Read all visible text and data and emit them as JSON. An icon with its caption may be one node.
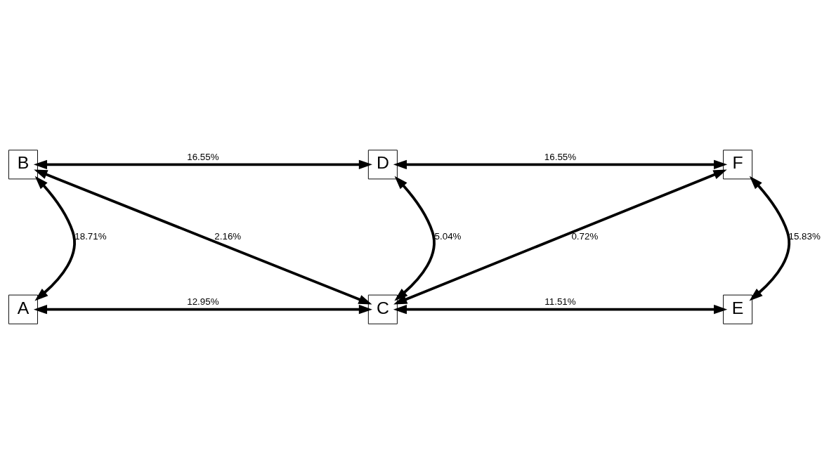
{
  "diagram": {
    "nodes": [
      {
        "text": [
          "B"
        ]
      },
      {
        "text": [
          "D"
        ]
      },
      {
        "text": [
          "F"
        ]
      },
      {
        "text": [
          "A"
        ]
      },
      {
        "text": [
          "C"
        ]
      },
      {
        "text": [
          "E"
        ]
      }
    ],
    "edges": [
      {
        "from": 0,
        "to": 1,
        "arrow": "both",
        "label": "16.55%"
      },
      {
        "from": 1,
        "to": 2,
        "arrow": "both",
        "label": "16.55%"
      },
      {
        "from": 3,
        "to": 0,
        "arrow": "both",
        "label": "18.71%"
      },
      {
        "from": 0,
        "to": 4,
        "arrow": "both",
        "label": "2.16%"
      },
      {
        "from": 1,
        "to": 4,
        "arrow": "both",
        "label": "5.04%"
      },
      {
        "from": 2,
        "to": 4,
        "arrow": "both",
        "label": "0.72%"
      },
      {
        "from": 5,
        "to": 2,
        "arrow": "both",
        "label": "15.83%"
      },
      {
        "from": 3,
        "to": 4,
        "arrow": "both",
        "label": "12.95%"
      },
      {
        "from": 4,
        "to": 5,
        "arrow": "both",
        "label": "11.51%"
      }
    ]
  }
}
